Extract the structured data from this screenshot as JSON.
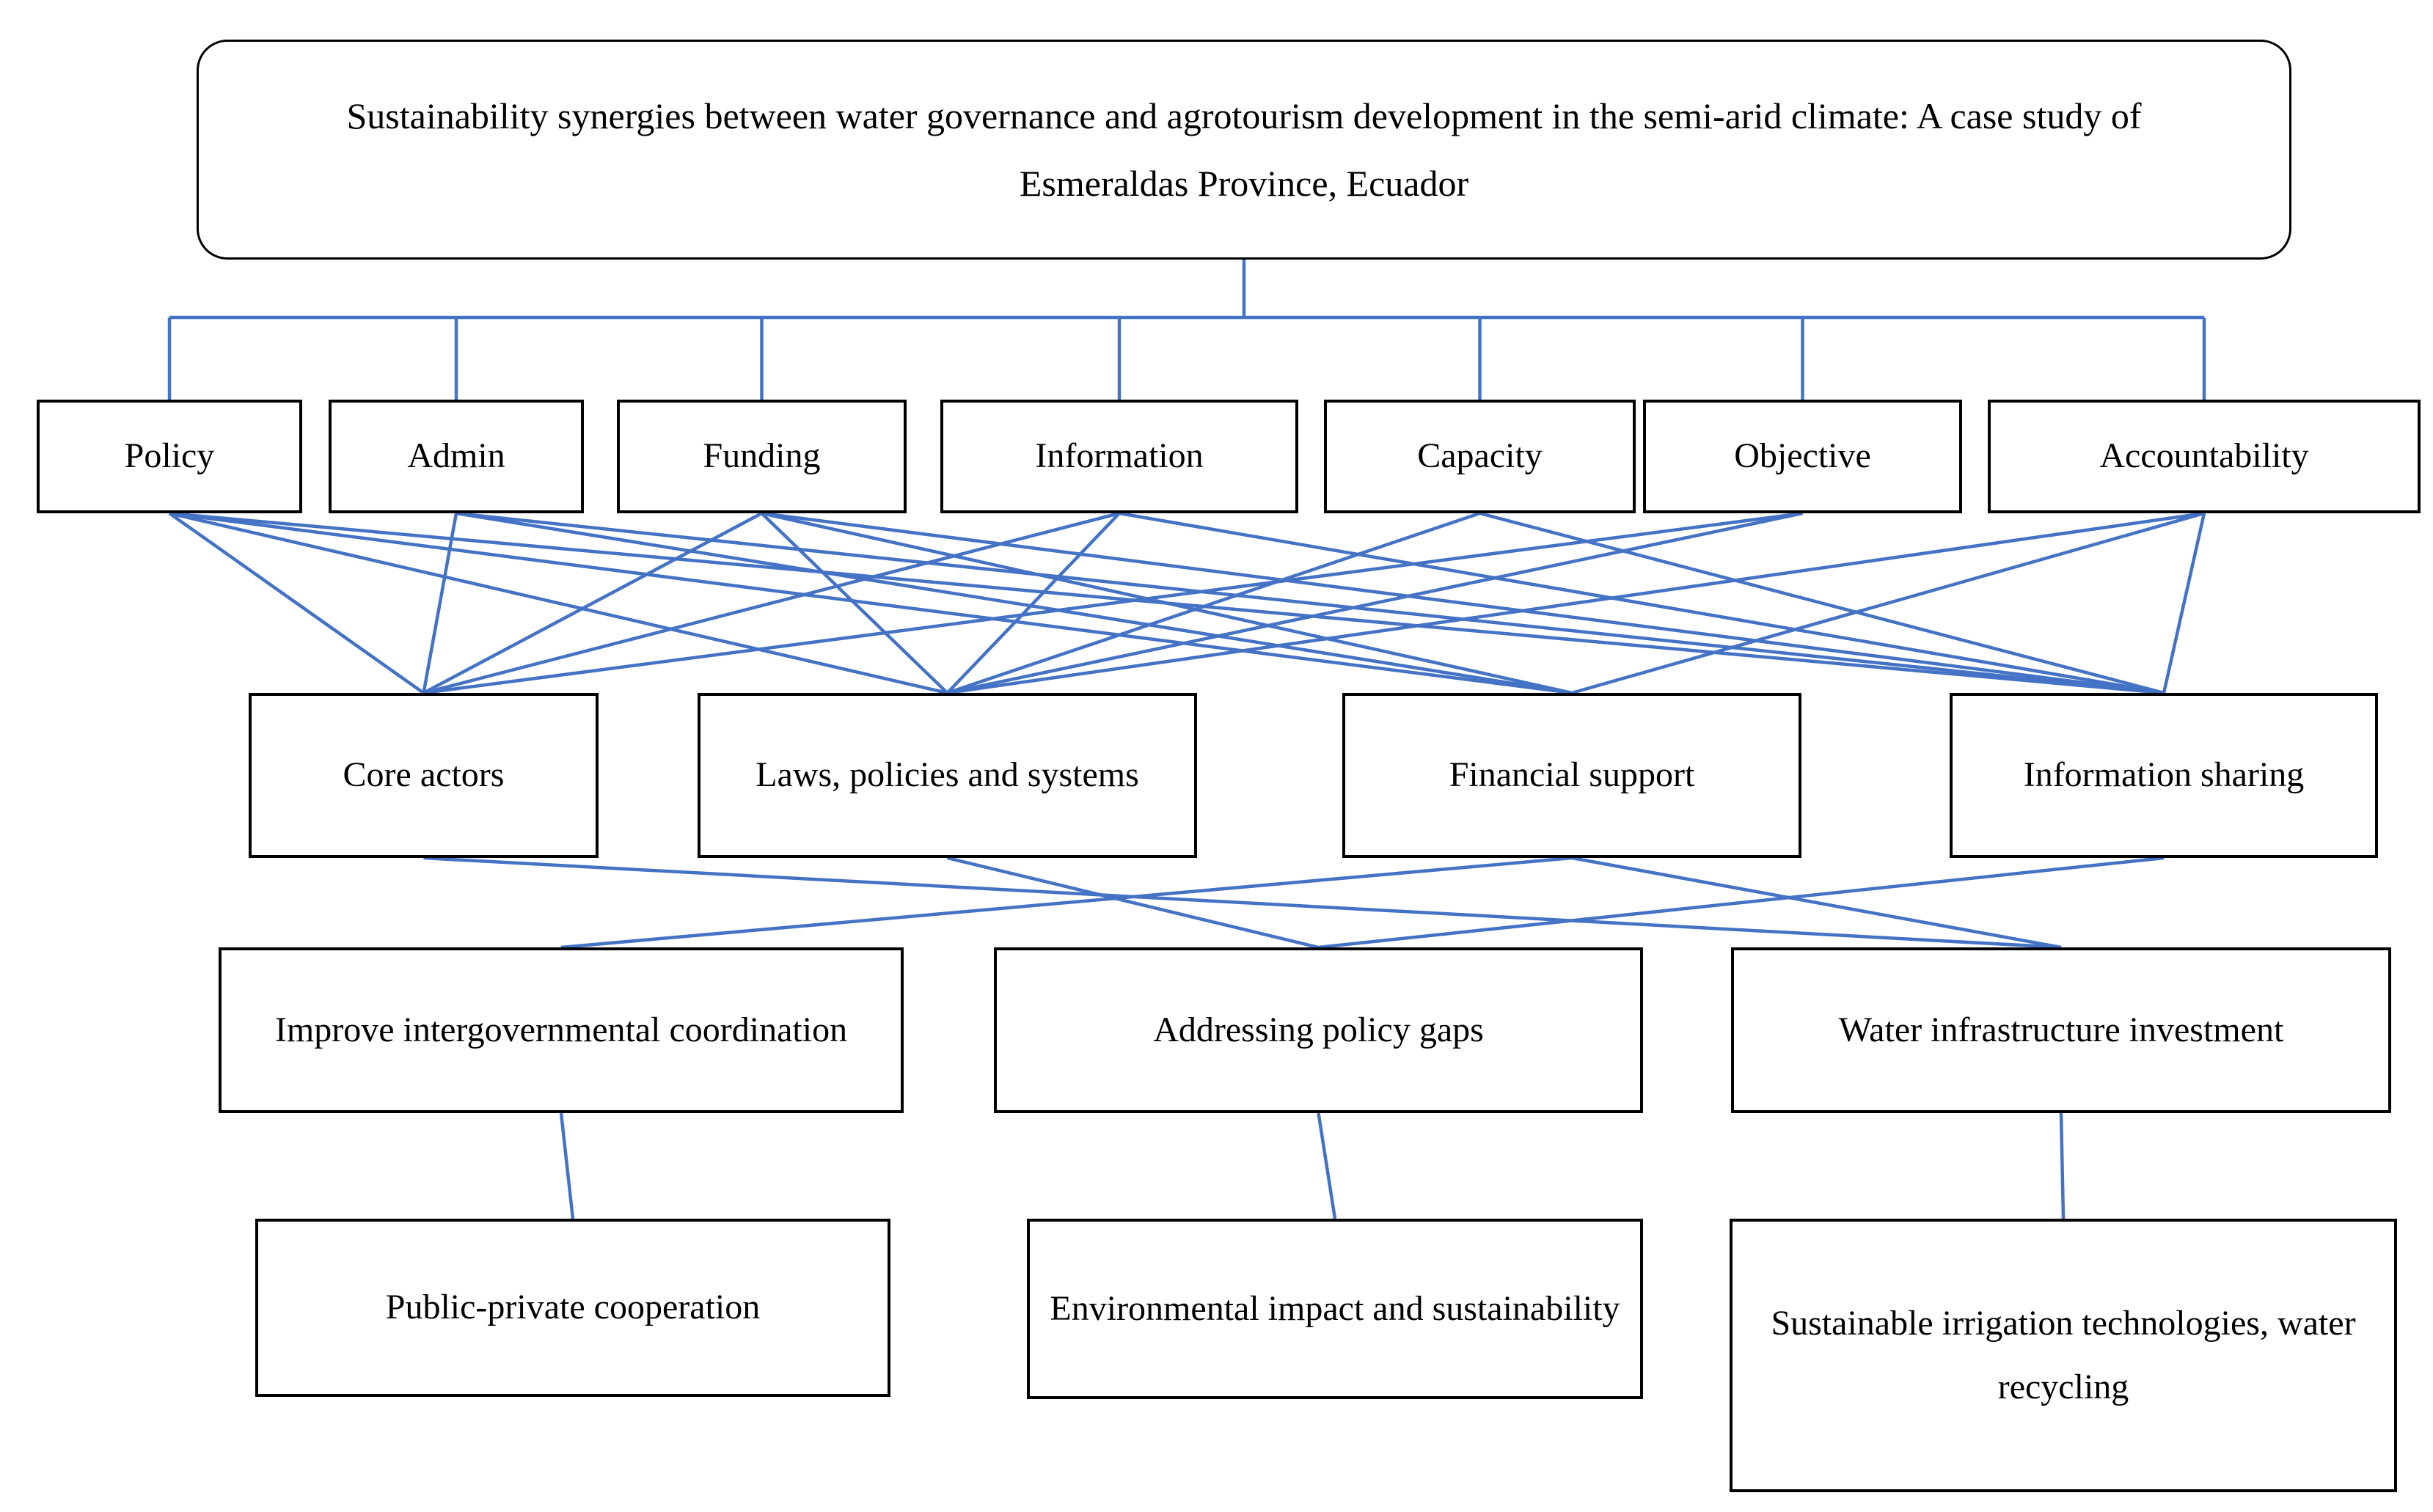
{
  "diagram": {
    "title": "Sustainability synergies between water governance and agrotourism development in the semi-arid climate: A case study of Esmeraldas Province, Ecuador",
    "colors": {
      "connector_blue": "#4472C4",
      "box_border": "#000000",
      "text": "#000000",
      "background": "#ffffff"
    },
    "nodes": {
      "policy": {
        "label": "Policy"
      },
      "admin": {
        "label": "Admin"
      },
      "funding": {
        "label": "Funding"
      },
      "information": {
        "label": "Information"
      },
      "capacity": {
        "label": "Capacity"
      },
      "objective": {
        "label": "Objective"
      },
      "accountability": {
        "label": "Accountability"
      },
      "core_actors": {
        "label": "Core actors"
      },
      "laws": {
        "label": "Laws, policies and systems"
      },
      "financial": {
        "label": "Financial support"
      },
      "info_sharing": {
        "label": "Information sharing"
      },
      "improve": {
        "label": "Improve intergovernmental coordination"
      },
      "addressing": {
        "label": "Addressing policy gaps"
      },
      "water_infra": {
        "label": "Water infrastructure investment"
      },
      "ppc": {
        "label": "Public-private cooperation"
      },
      "env": {
        "label": "Environmental impact and sustainability"
      },
      "sustainable": {
        "label": "Sustainable irrigation technologies, water recycling"
      }
    },
    "title_children": [
      "policy",
      "admin",
      "funding",
      "information",
      "capacity",
      "objective",
      "accountability"
    ],
    "edges_row2_row3": [
      [
        "policy",
        "core_actors"
      ],
      [
        "policy",
        "laws"
      ],
      [
        "policy",
        "financial"
      ],
      [
        "policy",
        "info_sharing"
      ],
      [
        "admin",
        "core_actors"
      ],
      [
        "admin",
        "financial"
      ],
      [
        "admin",
        "info_sharing"
      ],
      [
        "funding",
        "core_actors"
      ],
      [
        "funding",
        "laws"
      ],
      [
        "funding",
        "financial"
      ],
      [
        "funding",
        "info_sharing"
      ],
      [
        "information",
        "core_actors"
      ],
      [
        "information",
        "laws"
      ],
      [
        "information",
        "info_sharing"
      ],
      [
        "capacity",
        "laws"
      ],
      [
        "capacity",
        "info_sharing"
      ],
      [
        "objective",
        "core_actors"
      ],
      [
        "objective",
        "laws"
      ],
      [
        "accountability",
        "laws"
      ],
      [
        "accountability",
        "financial"
      ],
      [
        "accountability",
        "info_sharing"
      ]
    ],
    "edges_row3_row4": [
      [
        "core_actors",
        "water_infra"
      ],
      [
        "laws",
        "addressing"
      ],
      [
        "financial",
        "improve"
      ],
      [
        "financial",
        "water_infra"
      ],
      [
        "info_sharing",
        "addressing"
      ]
    ],
    "edges_row4_row5": [
      [
        "improve",
        "ppc"
      ],
      [
        "addressing",
        "env"
      ],
      [
        "water_infra",
        "sustainable"
      ]
    ]
  }
}
